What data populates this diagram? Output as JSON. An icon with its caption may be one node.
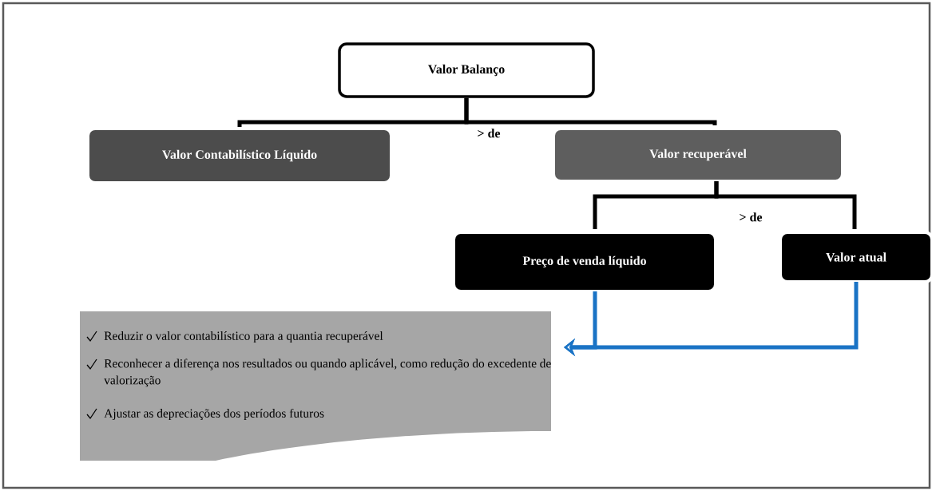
{
  "diagram": {
    "nodes": [
      {
        "text": [
          "Valor Balanço"
        ]
      },
      {
        "text": [
          "Valor Contabilístico Líquido"
        ]
      },
      {
        "text": [
          "Valor recuperável"
        ]
      },
      {
        "text": [
          "Preço de venda líquido"
        ]
      },
      {
        "text": [
          "Valor atual"
        ]
      },
      {
        "text": [
          "Reduzir o valor contabilístico para a quantia recuperável",
          "Reconhecer a diferença nos resultados ou quando aplicável, como redução do excedente de valorização",
          "Ajustar as depreciações dos períodos futuros"
        ]
      }
    ],
    "edges": [
      {
        "from": 0,
        "to": 1,
        "arrow": "none"
      },
      {
        "from": 0,
        "to": 2,
        "arrow": "none"
      },
      {
        "from": 2,
        "to": 3,
        "arrow": "none"
      },
      {
        "from": 2,
        "to": 4,
        "arrow": "none"
      },
      {
        "from": 3,
        "to": 5,
        "arrow": "to",
        "color": "#1a73c5"
      },
      {
        "from": 4,
        "to": 5,
        "arrow": "to",
        "color": "#1a73c5"
      }
    ],
    "labels": [
      "> de",
      "> de"
    ]
  }
}
